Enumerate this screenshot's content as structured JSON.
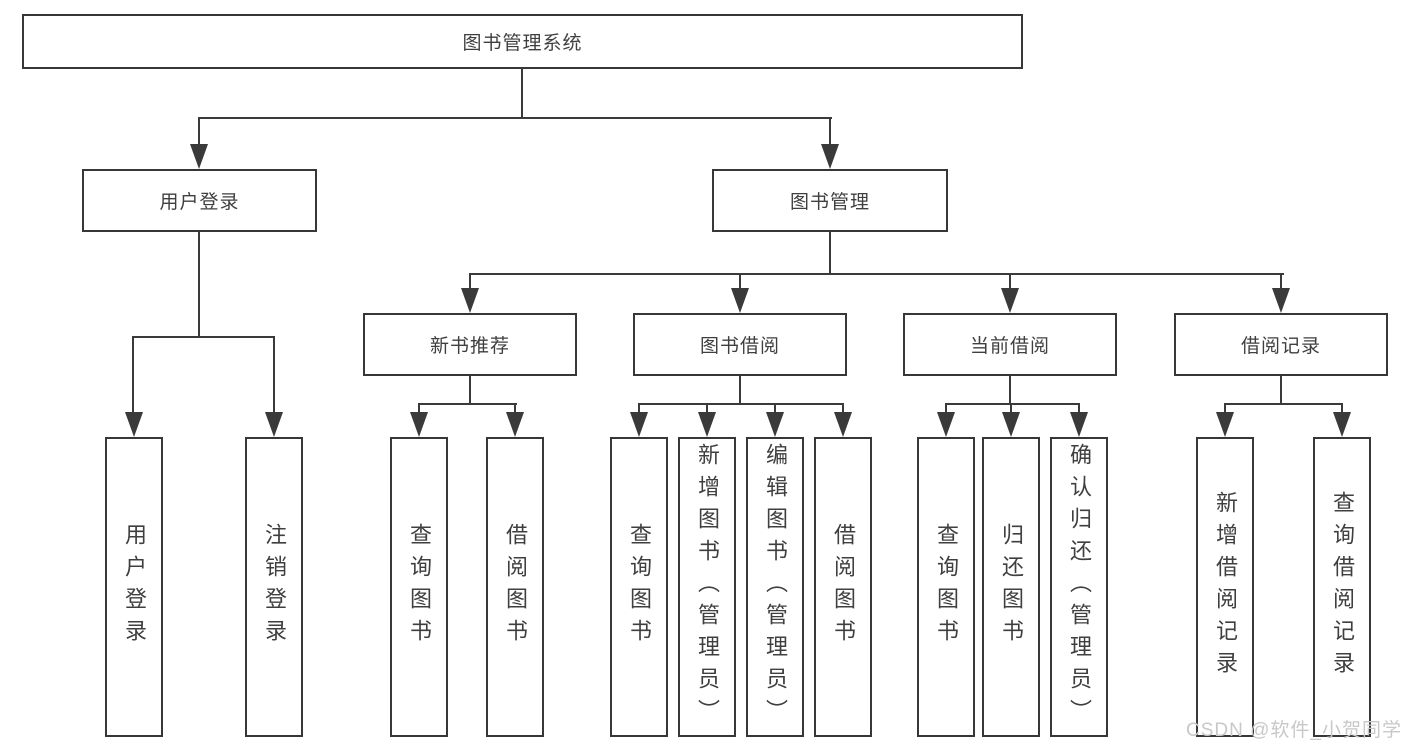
{
  "colors": {
    "line": "#3a3a3a",
    "box_border": "#373737",
    "text": "#3f3f3f",
    "watermark": "#c8c8c8",
    "background": "#ffffff"
  },
  "nodes": {
    "root": "图书管理系统",
    "level2": {
      "userLogin": "用户登录",
      "bookMgmt": "图书管理"
    },
    "level3": {
      "newBooks": "新书推荐",
      "bookBorrow": "图书借阅",
      "currentBorrow": "当前借阅",
      "borrowRecords": "借阅记录"
    },
    "leaves": {
      "userLogin1": "用户登录",
      "userLogin2": "注销登录",
      "newBooks1": "查询图书",
      "newBooks2": "借阅图书",
      "bookBorrow1": "查询图书",
      "bookBorrow2": "新增图书（管理员）",
      "bookBorrow3": "编辑图书（管理员）",
      "bookBorrow4": "借阅图书",
      "currentBorrow1": "查询图书",
      "currentBorrow2": "归还图书",
      "currentBorrow3": "确认归还（管理员）",
      "borrowRecords1": "新增借阅记录",
      "borrowRecords2": "查询借阅记录"
    }
  },
  "watermark": "CSDN @软件_小贺同学"
}
